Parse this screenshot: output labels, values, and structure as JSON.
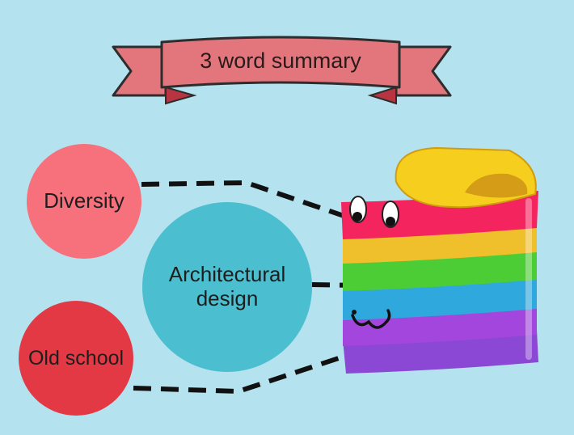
{
  "banner": {
    "title": "3 word summary"
  },
  "circles": {
    "diversity": {
      "label": "Diversity",
      "color": "#f7717c"
    },
    "architectural": {
      "label": "Architectural\ndesign",
      "color": "#4bbfcf"
    },
    "old_school": {
      "label": "Old school",
      "color": "#e23944"
    }
  },
  "colors": {
    "background": "#b4e2ee",
    "banner_fill": "#e3767d",
    "banner_fold": "#b83440",
    "stack_layers": [
      "#f4245f",
      "#f0bf2c",
      "#4ccc35",
      "#2fa8dd",
      "#a246de",
      "#8a48d4"
    ],
    "stack_top": "#f6cf1e"
  }
}
